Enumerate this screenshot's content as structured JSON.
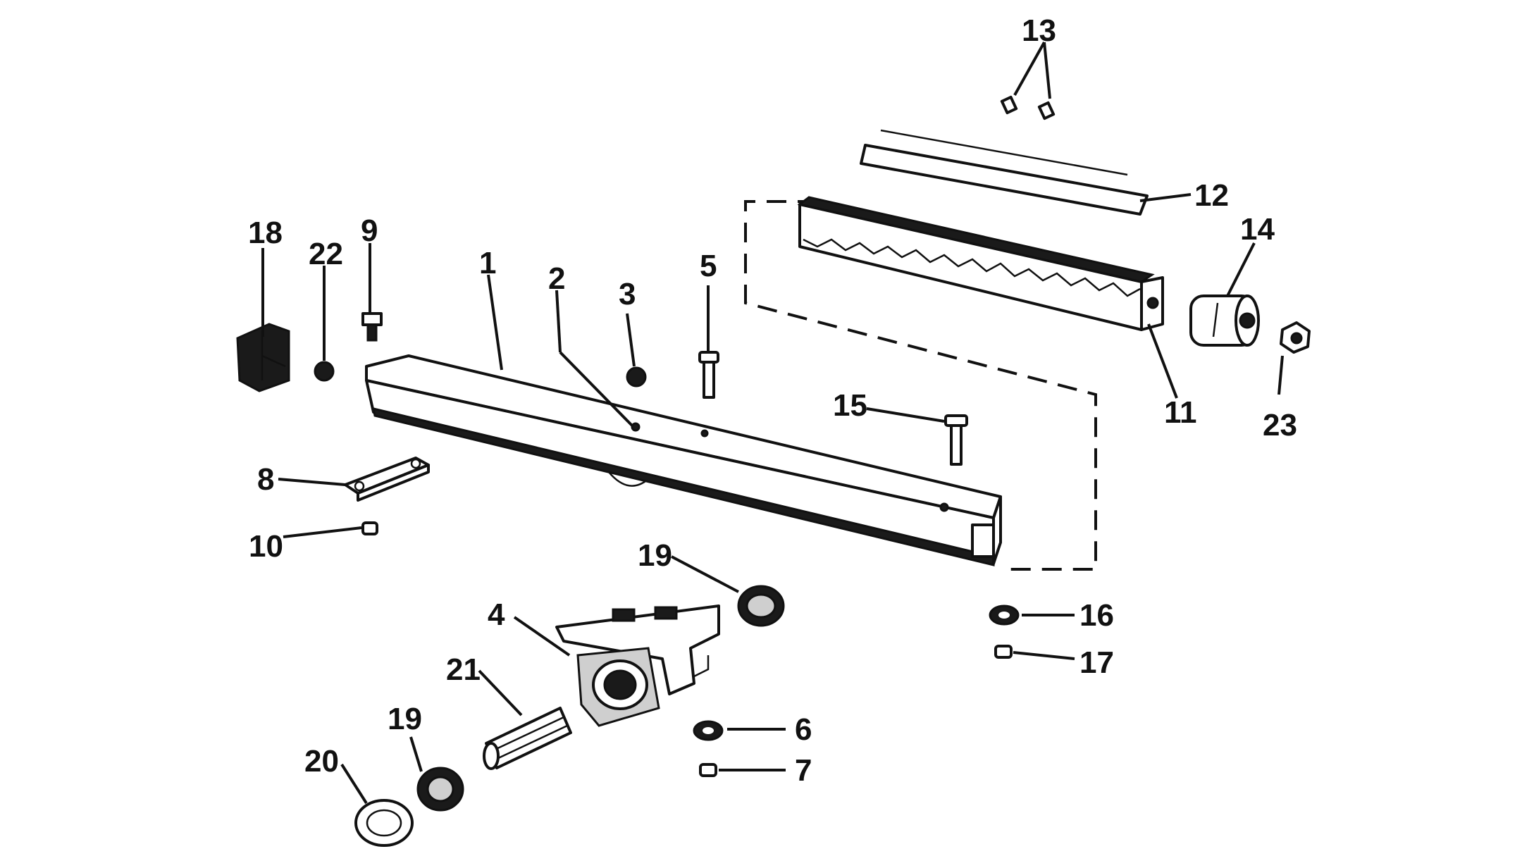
{
  "callouts": {
    "c1": "1",
    "c2": "2",
    "c3": "3",
    "c4": "4",
    "c5": "5",
    "c6": "6",
    "c7": "7",
    "c8": "8",
    "c9": "9",
    "c10": "10",
    "c11": "11",
    "c12": "12",
    "c13": "13",
    "c14": "14",
    "c15": "15",
    "c16": "16",
    "c17": "17",
    "c18": "18",
    "c19a": "19",
    "c19b": "19",
    "c20": "20",
    "c21": "21",
    "c22": "22",
    "c23": "23"
  }
}
